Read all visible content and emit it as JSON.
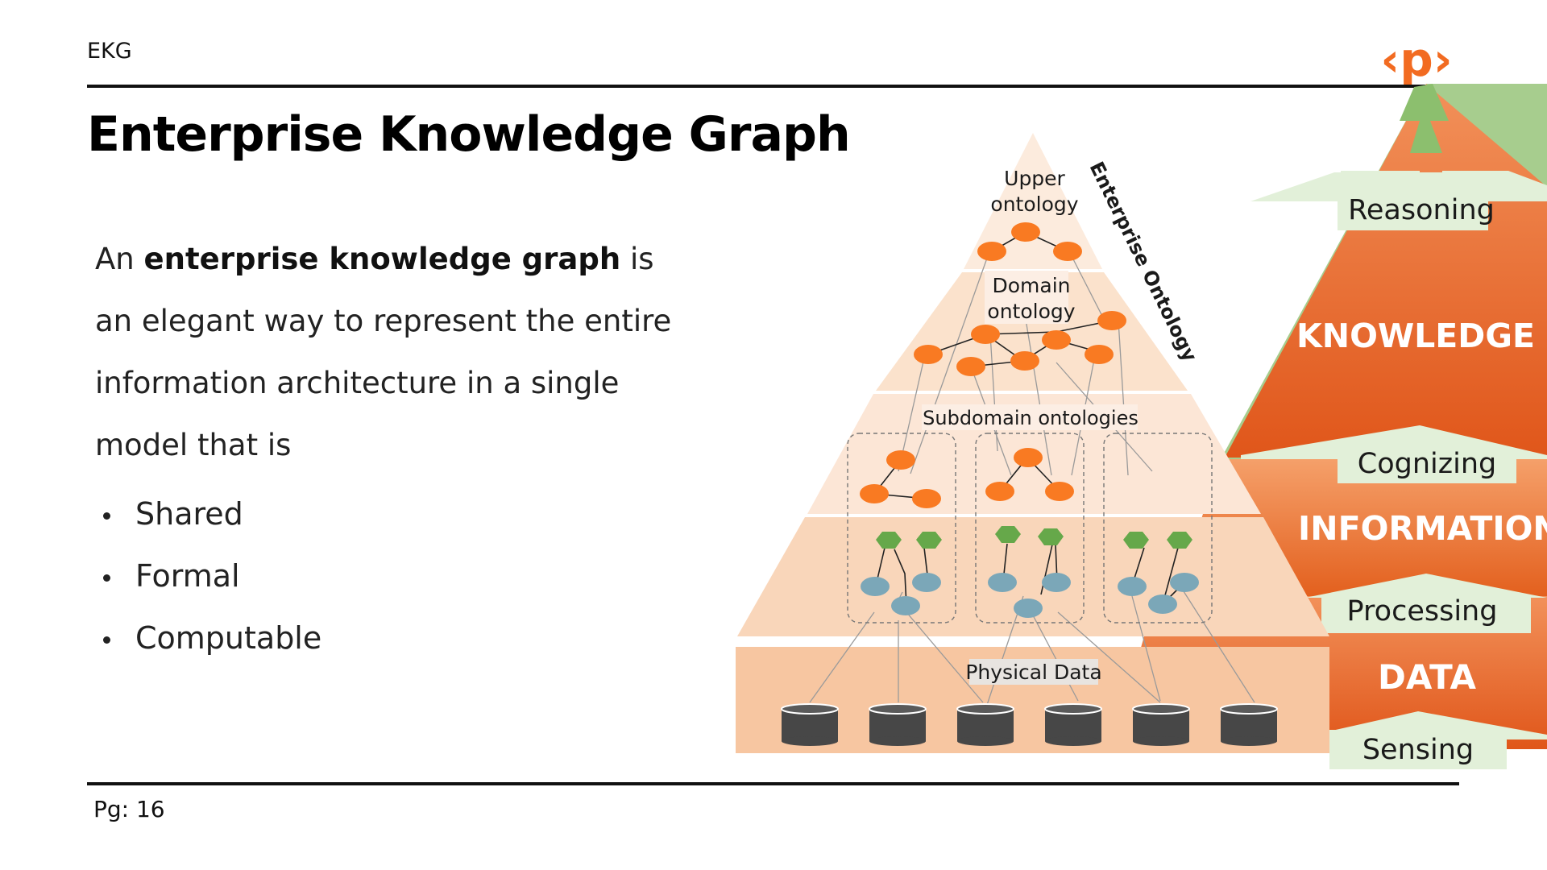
{
  "header": {
    "section": "EKG",
    "logo_text": "‹p›",
    "brand_color": "#F26B21"
  },
  "title": "Enterprise Knowledge Graph",
  "intro": {
    "before": "An ",
    "bold": "enterprise knowledge graph",
    "after": " is an elegant way to represent the entire information architecture in a single model that is"
  },
  "bullets": [
    "Shared",
    "Formal",
    "Computable"
  ],
  "footer": {
    "page": "Pg: 16"
  },
  "diagram": {
    "pyramid_labels": {
      "upper": [
        "Upper",
        "ontology"
      ],
      "domain": [
        "Domain",
        "ontology"
      ],
      "subdomain": "Subdomain ontologies",
      "physical": "Physical Data",
      "side": "Enterprise Ontology"
    },
    "dikw": {
      "levels": [
        "KNOWLEDGE",
        "INFORMATION",
        "DATA"
      ],
      "processes": [
        "Reasoning",
        "Cognizing",
        "Processing",
        "Sensing"
      ]
    },
    "colors": {
      "orange_node": "#F97A22",
      "green_node": "#66A84A",
      "blue_node": "#7BA7B8",
      "database": "#474747",
      "dikw_orange": "#E9692A",
      "process_band": "#E2F0D9"
    }
  }
}
